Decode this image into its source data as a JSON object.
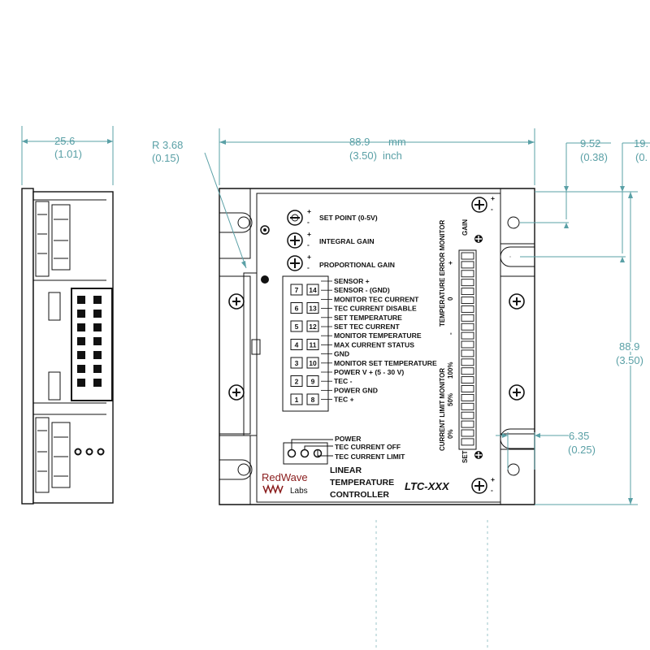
{
  "dimensions": {
    "side_width": {
      "mm": "25.6",
      "inch": "(1.01)"
    },
    "radius": {
      "mm": "R 3.68",
      "inch": "(0.15)"
    },
    "width": {
      "mm": "88.9",
      "unit_mm": "mm",
      "inch": "(3.50)",
      "unit_inch": "inch"
    },
    "hole_top": {
      "mm": "9.52",
      "inch": "(0.38)"
    },
    "hole_top2": {
      "mm": "19.",
      "inch": "(0."
    },
    "height": {
      "mm": "88.9",
      "inch": "(3.50)"
    },
    "hole_side": {
      "mm": "6.35",
      "inch": "(0.25)"
    }
  },
  "pots": {
    "set_point": "SET POINT (0-5V)",
    "integral_gain": "INTEGRAL GAIN",
    "proportional_gain": "PROPORTIONAL GAIN",
    "plus": "+",
    "minus": "-"
  },
  "pins": [
    {
      "left": "7",
      "right": "14"
    },
    {
      "left": "6",
      "right": "13"
    },
    {
      "left": "5",
      "right": "12"
    },
    {
      "left": "4",
      "right": "11"
    },
    {
      "left": "3",
      "right": "10"
    },
    {
      "left": "2",
      "right": "9"
    },
    {
      "left": "1",
      "right": "8"
    }
  ],
  "pin_labels": [
    "SENSOR +",
    "SENSOR - (GND)",
    "MONITOR  TEC CURRENT",
    "TEC CURRENT DISABLE",
    "SET  TEMPERATURE",
    "SET  TEC CURRENT",
    "MONITOR  TEMPERATURE",
    "MAX CURRENT STATUS",
    "GND",
    "MONITOR SET TEMPERATURE",
    "POWER V + (5 - 30 V)",
    "TEC -",
    "POWER GND",
    "TEC +"
  ],
  "leds": {
    "power": "POWER",
    "tec_current_off": "TEC CURRENT OFF",
    "tec_current_limit": "TEC CURRENT LIMIT"
  },
  "product": {
    "line1": "LINEAR",
    "line2": "TEMPERATURE",
    "line3": "CONTROLLER",
    "model": "LTC-XXX"
  },
  "brand": {
    "red": "RedWave",
    "labs": "Labs"
  },
  "bargraph": {
    "temp_error_monitor": "TEMPERATURE ERROR  MONITOR",
    "plus": "+",
    "zero": "0",
    "minus": "-",
    "gain": "GAIN",
    "current_limit_monitor": "CURRENT  LIMIT  MONITOR",
    "p100": "100%",
    "p50": "50%",
    "p0": "0%",
    "set": "SET"
  }
}
